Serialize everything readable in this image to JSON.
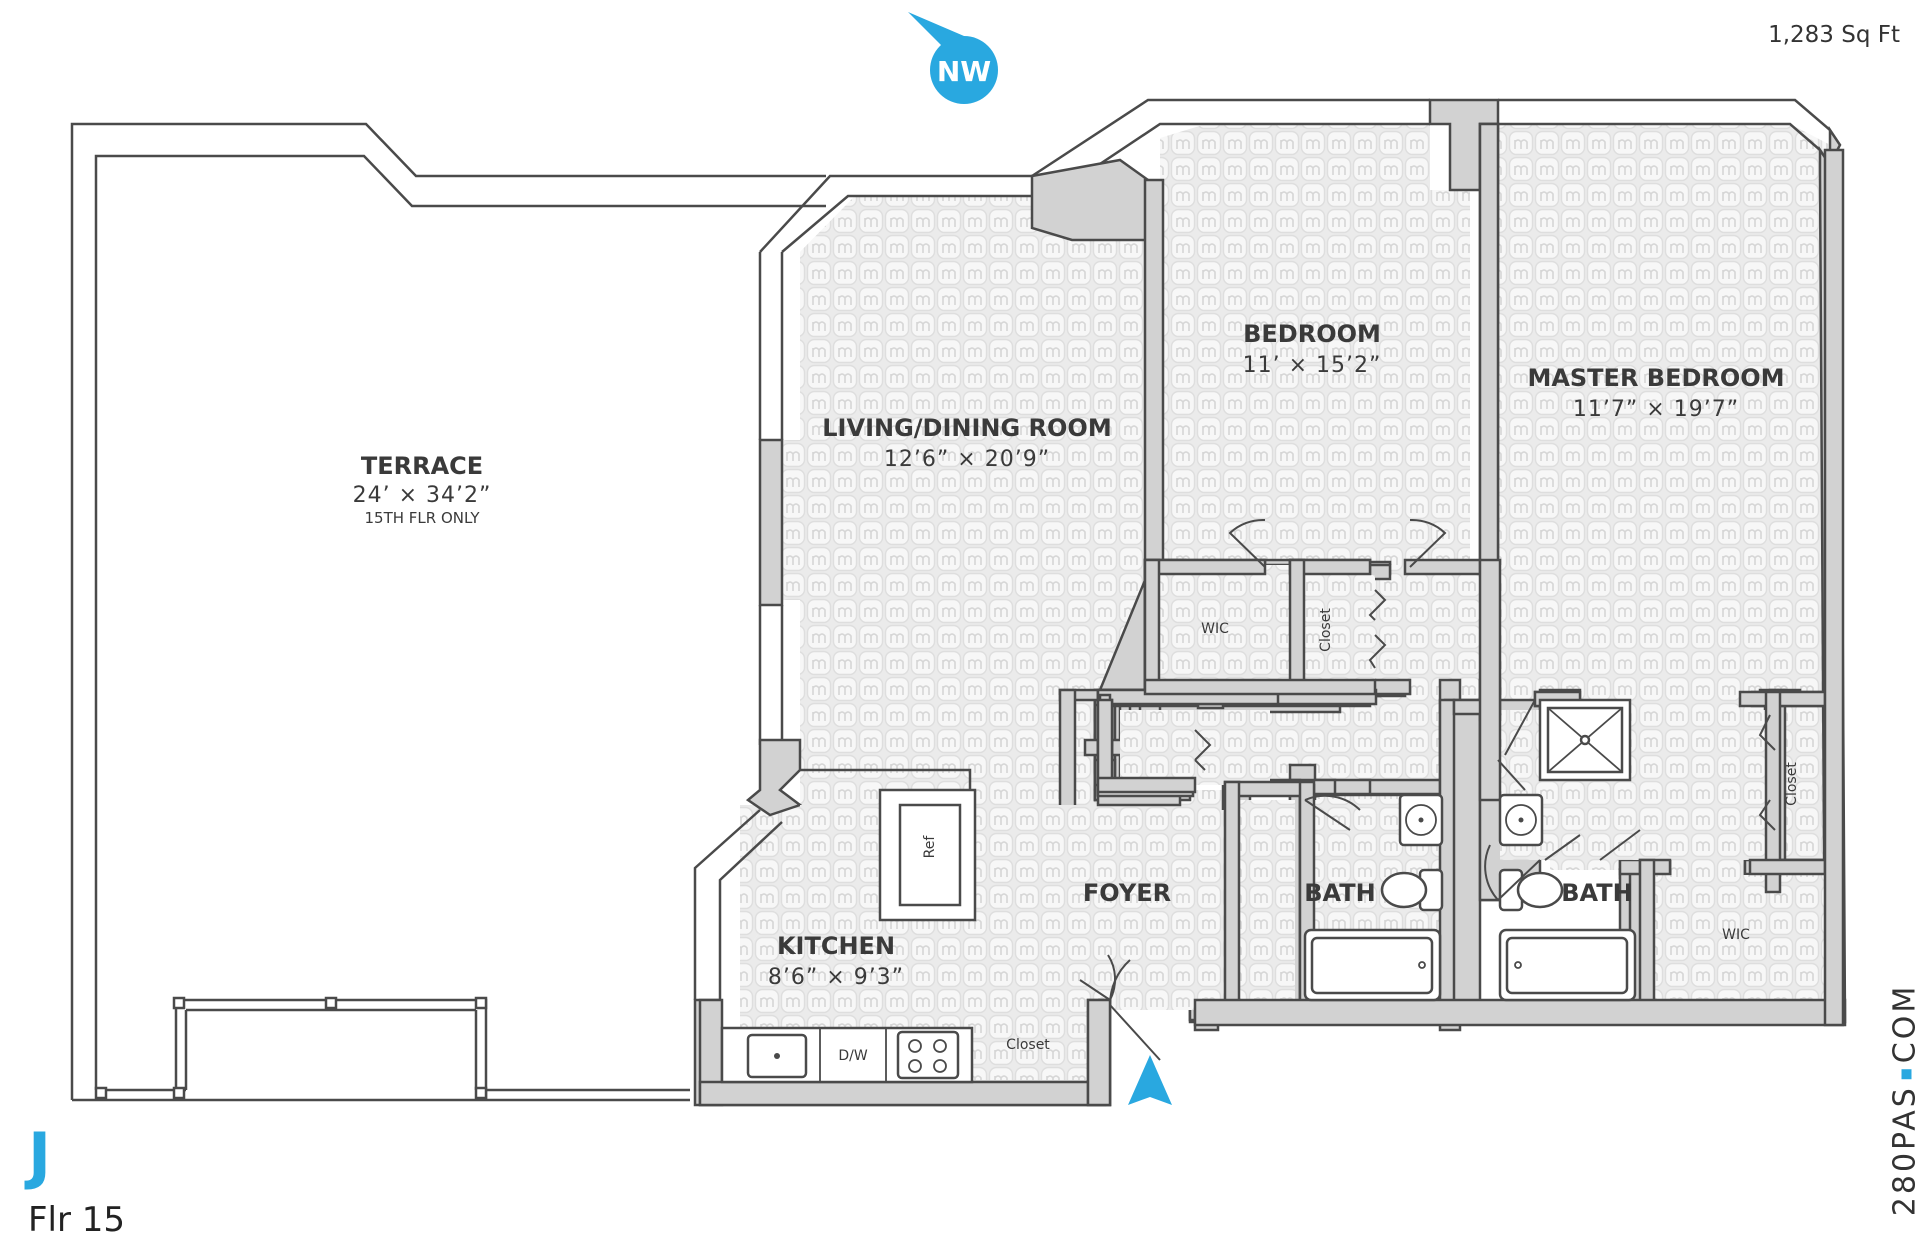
{
  "total_area": "1,283 Sq Ft",
  "compass": {
    "label": "NW",
    "color": "#29a8e0"
  },
  "unit": {
    "letter": "J",
    "floor": "Flr 15"
  },
  "brand": {
    "left": "280PAS",
    "right": "COM"
  },
  "rooms": {
    "terrace": {
      "name": "TERRACE",
      "dims": "24’ × 34’2”",
      "note": "15TH FLR ONLY"
    },
    "living": {
      "name": "LIVING/DINING ROOM",
      "dims": "12’6” × 20’9”"
    },
    "bedroom": {
      "name": "BEDROOM",
      "dims": "11’ × 15’2”"
    },
    "master": {
      "name": "MASTER BEDROOM",
      "dims": "11’7” × 19’7”"
    },
    "kitchen": {
      "name": "KITCHEN",
      "dims": "8’6” × 9’3”"
    },
    "foyer": {
      "name": "FOYER"
    },
    "bath1": {
      "name": "BATH"
    },
    "bath2": {
      "name": "BATH"
    }
  },
  "labels": {
    "wic1": "WIC",
    "wic2": "WIC",
    "closet1": "Closet",
    "closet2": "Closet",
    "closet3": "Closet",
    "ref": "Ref",
    "dw": "D/W"
  },
  "colors": {
    "accent": "#29a8e0",
    "wall": "#d2d2d2",
    "floor_pattern": "#e8e8e8",
    "line": "#4a4a4a"
  }
}
